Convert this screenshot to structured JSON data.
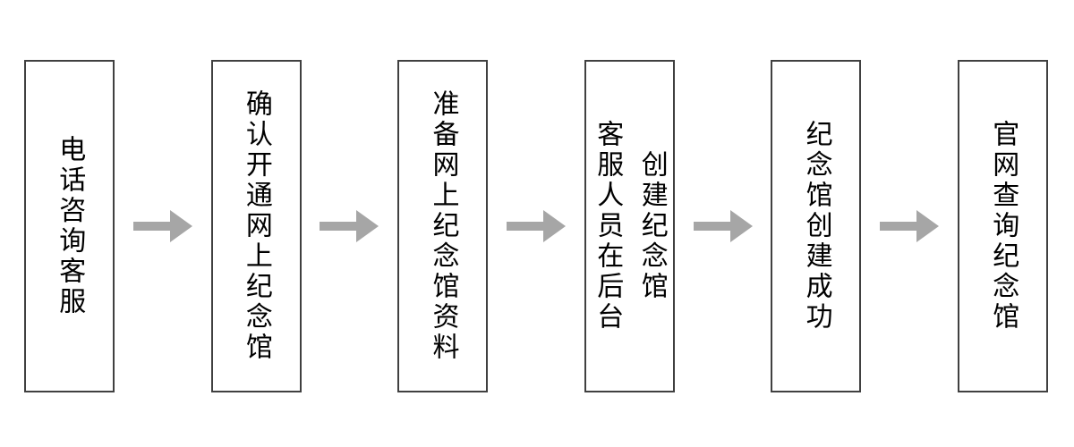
{
  "diagram": {
    "type": "flowchart",
    "direction": "left-to-right",
    "connector": "arrow-right",
    "steps": [
      {
        "label": "电话咨询客服"
      },
      {
        "label": "确认开通网上纪念馆"
      },
      {
        "label": "准备网上纪念馆资料"
      },
      {
        "label": "客服人员在后台\n创建纪念馆"
      },
      {
        "label": "纪念馆创建成功"
      },
      {
        "label": "官网查询纪念馆"
      }
    ]
  },
  "colors": {
    "background": "#ffffff",
    "box_border": "#404040",
    "box_fill": "#ffffff",
    "text": "#000000",
    "arrow": "#a6a6a6"
  }
}
